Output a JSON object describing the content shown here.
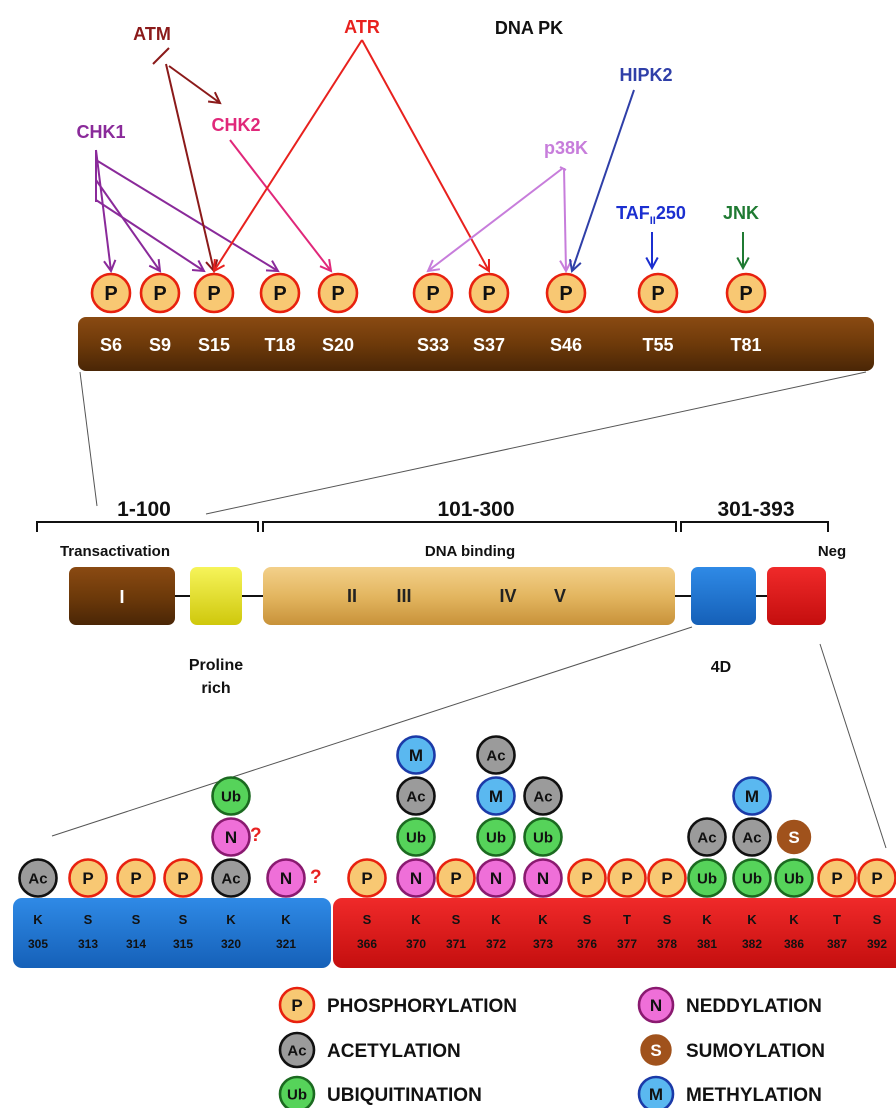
{
  "colors": {
    "ATM": "#8b1a1a",
    "ATR": "#e8211e",
    "DNA PK": "#111111",
    "HIPK2": "#2f3fa8",
    "CHK1": "#8a2a9a",
    "CHK2": "#e0287a",
    "p38K": "#c77ddb",
    "TAF": "#1b2fd0",
    "JNK": "#1f7a32",
    "phospho_fill": "#f8c873",
    "phospho_ring": "#e8210f",
    "acetyl_fill": "#9b9b9b",
    "ubiq_fill": "#56d35a",
    "nedd_fill": "#ef6fd8",
    "sumo_fill": "#a0521c",
    "methyl_fill": "#5ab8f0",
    "brown_bar": "#6e3a0a",
    "tan_bar": "#e3b660",
    "blue_bar": "#1f78d6",
    "red_bar": "#e81818",
    "yellow_box": "#e8e616"
  },
  "kinases": [
    {
      "id": "ATM",
      "label": "ATM"
    },
    {
      "id": "ATR",
      "label": "ATR"
    },
    {
      "id": "DNAPK",
      "label": "DNA PK"
    },
    {
      "id": "HIPK2",
      "label": "HIPK2"
    },
    {
      "id": "CHK1",
      "label": "CHK1"
    },
    {
      "id": "CHK2",
      "label": "CHK2"
    },
    {
      "id": "p38K",
      "label": "p38K"
    },
    {
      "id": "TAF",
      "label": "TAF",
      "sub": "II",
      "suffix": "250"
    },
    {
      "id": "JNK",
      "label": "JNK"
    }
  ],
  "top_sites": {
    "bubble_label": "P",
    "sites": [
      "S6",
      "S9",
      "S15",
      "T18",
      "S20",
      "S33",
      "S37",
      "S46",
      "T55",
      "T81"
    ]
  },
  "domains": {
    "ranges": [
      "1-100",
      "101-300",
      "301-393"
    ],
    "labels": [
      "Transactivation",
      "DNA binding",
      "Neg"
    ],
    "box_labels": {
      "I": "I",
      "II": "II",
      "III": "III",
      "IV": "IV",
      "V": "V"
    },
    "below_labels": [
      "Proline",
      "rich",
      "4D"
    ]
  },
  "bottom_sites": {
    "blue_letters": [
      "K",
      "S",
      "S",
      "S",
      "K",
      "K"
    ],
    "blue_numbers": [
      "305",
      "313",
      "314",
      "315",
      "320",
      "321"
    ],
    "red_letters": [
      "S",
      "K",
      "S",
      "K",
      "K",
      "S",
      "T",
      "S",
      "K",
      "K",
      "K",
      "T",
      "S"
    ],
    "red_numbers": [
      "366",
      "370",
      "371",
      "372",
      "373",
      "376",
      "377",
      "378",
      "381",
      "382",
      "386",
      "387",
      "392"
    ],
    "question_mark": "?"
  },
  "legend": [
    {
      "symbol": "P",
      "label": "PHOSPHORYLATION"
    },
    {
      "symbol": "N",
      "label": "NEDDYLATION"
    },
    {
      "symbol": "Ac",
      "label": "ACETYLATION"
    },
    {
      "symbol": "S",
      "label": "SUMOYLATION"
    },
    {
      "symbol": "Ub",
      "label": "UBIQUITINATION"
    },
    {
      "symbol": "M",
      "label": "METHYLATION"
    }
  ]
}
